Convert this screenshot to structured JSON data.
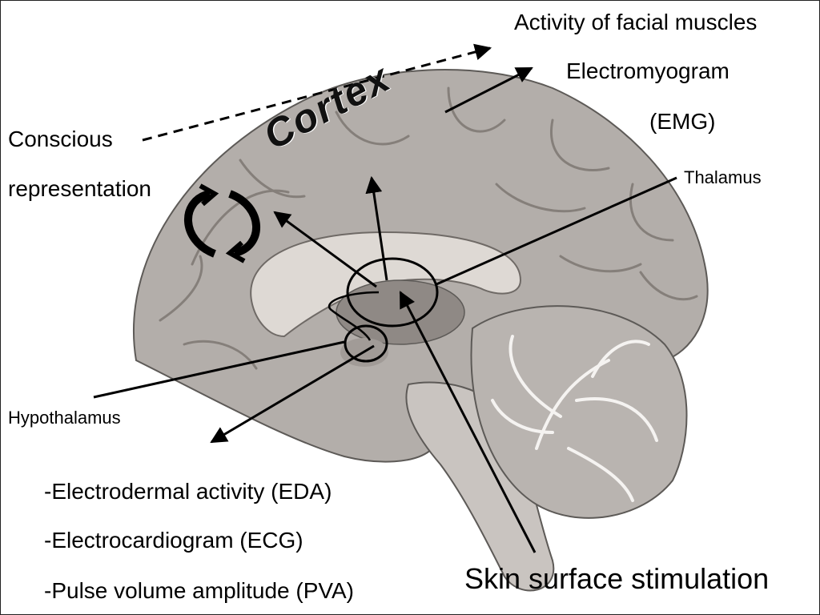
{
  "labels": {
    "facial_muscles": "Activity of facial muscles",
    "emg_line1": "Electromyogram",
    "emg_line2": "(EMG)",
    "conscious_line1": "Conscious",
    "conscious_line2": "representation",
    "cortex": "Cortex",
    "thalamus": "Thalamus",
    "hypothalamus": "Hypothalamus",
    "eda": "-Electrodermal activity (EDA)",
    "ecg": "-Electrocardiogram (ECG)",
    "pva": "-Pulse volume amplitude (PVA)",
    "skin": "Skin surface stimulation"
  }
}
